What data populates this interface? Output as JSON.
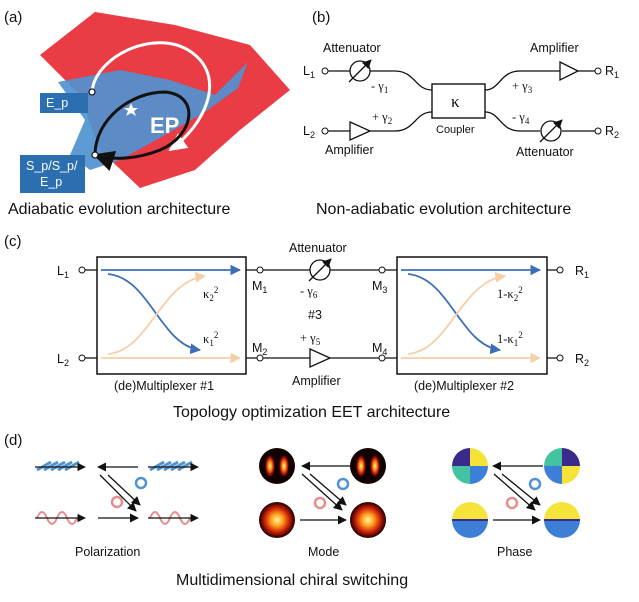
{
  "panels": {
    "a": {
      "label": "(a)",
      "caption": "Adiabatic evolution architecture",
      "box_top": "E_p",
      "box_bottom": "S_p/S_p/\nE_p",
      "ep_label": "EP"
    },
    "b": {
      "label": "(b)",
      "caption": "Non-adiabatic evolution architecture",
      "ports": {
        "L1": "L",
        "L2": "L",
        "R1": "R",
        "R2": "R",
        "sub1": "1",
        "sub2": "2"
      },
      "attenuator_left": "Attenuator",
      "amplifier_left": "Amplifier",
      "amplifier_right": "Amplifier",
      "attenuator_right": "Attenuator",
      "gamma1": "- γ",
      "gamma2": "+ γ",
      "gamma3": "+ γ",
      "gamma4": "- γ",
      "kappa": "κ",
      "coupler": "Coupler"
    },
    "c": {
      "label": "(c)",
      "caption": "Topology optimization EET architecture",
      "mux1": "(de)Multiplexer #1",
      "mux2": "(de)Multiplexer #2",
      "attenuator": "Attenuator",
      "amplifier": "Amplifier",
      "gamma6": "- γ",
      "gamma5": "+ γ",
      "num3": "#3",
      "m1": "M",
      "m2": "M",
      "m3": "M",
      "m4": "M",
      "k2": "κ",
      "k1": "κ",
      "k2r": "1-κ",
      "k1r": "1-κ"
    },
    "d": {
      "label": "(d)",
      "caption": "Multidimensional chiral switching",
      "sub_polarization": "Polarization",
      "sub_mode": "Mode",
      "sub_phase": "Phase"
    }
  },
  "colors": {
    "red_surface": "#ea3c44",
    "blue_surface": "#4f93d0",
    "blue_box": "#2c6fb0",
    "arrow_blue": "#3c6fb8",
    "arrow_peach": "#f5cfa8"
  }
}
